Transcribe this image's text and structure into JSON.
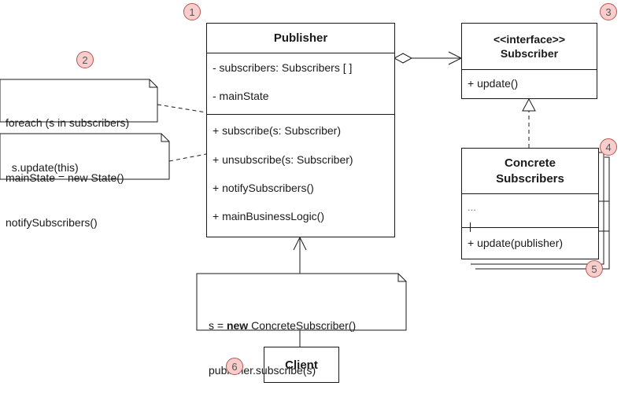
{
  "publisher": {
    "title": "Publisher",
    "fields": [
      "- subscribers: Subscribers [ ]",
      "- mainState"
    ],
    "methods": [
      "+ subscribe(s: Subscriber)",
      "+ unsubscribe(s: Subscriber)",
      "+ notifySubscribers()",
      "+ mainBusinessLogic()"
    ]
  },
  "subscriber": {
    "stereotype": "<<interface>>",
    "title": "Subscriber",
    "methods": [
      "+ update()"
    ]
  },
  "concrete": {
    "title_line1": "Concrete",
    "title_line2": "Subscribers",
    "fields": [
      "..."
    ],
    "methods": [
      "+ update(publisher)"
    ]
  },
  "client": {
    "title": "Client"
  },
  "notes": {
    "foreach": {
      "line1": "foreach (s in subscribers)",
      "line2": "  s.update(this)"
    },
    "state": {
      "line1": "mainState = new State()",
      "line2": "notifySubscribers()"
    },
    "client_code": {
      "line1_pre": "s = ",
      "line1_kw": "new",
      "line1_post": " ConcreteSubscriber()",
      "line2": "publisher.subscribe(s)"
    }
  },
  "badges": [
    "1",
    "2",
    "3",
    "4",
    "5",
    "6"
  ],
  "colors": {
    "badge_fill": "#f8cecc",
    "badge_stroke": "#b85450",
    "line": "#1a1a1a"
  }
}
